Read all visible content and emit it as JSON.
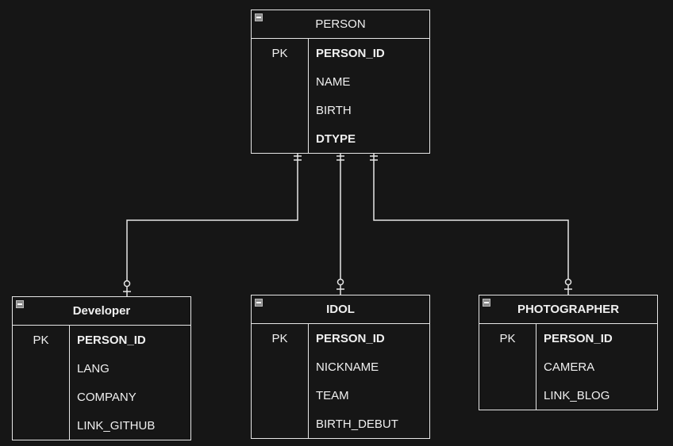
{
  "entities": {
    "person": {
      "title": "PERSON",
      "key": "PK",
      "attributes": [
        "PERSON_ID",
        "NAME",
        "BIRTH",
        "DTYPE"
      ]
    },
    "developer": {
      "title": "Developer",
      "key": "PK",
      "attributes": [
        "PERSON_ID",
        "LANG",
        "COMPANY",
        "LINK_GITHUB"
      ]
    },
    "idol": {
      "title": "IDOL",
      "key": "PK",
      "attributes": [
        "PERSON_ID",
        "NICKNAME",
        "TEAM",
        "BIRTH_DEBUT"
      ]
    },
    "photographer": {
      "title": "PHOTOGRAPHER",
      "key": "PK",
      "attributes": [
        "PERSON_ID",
        "CAMERA",
        "LINK_BLOG"
      ]
    }
  },
  "relationships": [
    {
      "from": "PERSON",
      "to": "Developer",
      "from_cardinality": "exactly-one",
      "to_cardinality": "zero-or-one"
    },
    {
      "from": "PERSON",
      "to": "IDOL",
      "from_cardinality": "exactly-one",
      "to_cardinality": "zero-or-one"
    },
    {
      "from": "PERSON",
      "to": "PHOTOGRAPHER",
      "from_cardinality": "exactly-one",
      "to_cardinality": "zero-or-one"
    }
  ]
}
